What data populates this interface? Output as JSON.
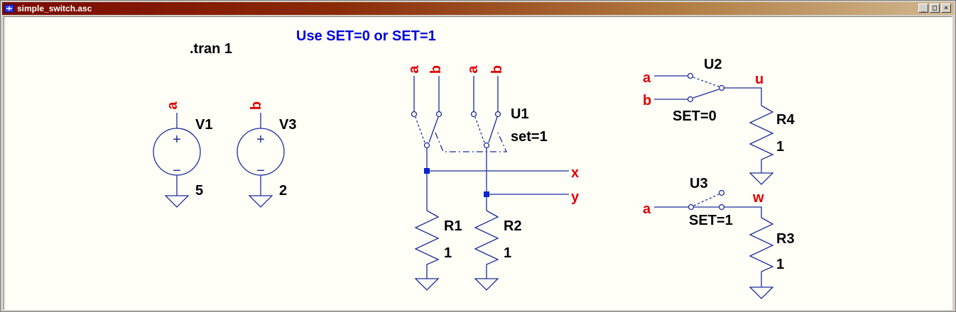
{
  "window": {
    "title": "simple_switch.asc",
    "minimize": "_",
    "maximize": "□",
    "close": "×"
  },
  "schematic": {
    "directives": {
      "tran": ".tran 1",
      "comment": "Use SET=0 or SET=1"
    },
    "v1": {
      "name": "V1",
      "value": "5",
      "net": "a",
      "plus": "+",
      "minus": "−"
    },
    "v3": {
      "name": "V3",
      "value": "2",
      "net": "b",
      "plus": "+",
      "minus": "−"
    },
    "u1": {
      "name": "U1",
      "param": "set=1",
      "inputs": [
        "a",
        "b",
        "a",
        "b"
      ],
      "outputs": [
        "x",
        "y"
      ]
    },
    "r1": {
      "name": "R1",
      "value": "1"
    },
    "r2": {
      "name": "R2",
      "value": "1"
    },
    "u2": {
      "name": "U2",
      "param": "SET=0",
      "in_a": "a",
      "in_b": "b",
      "out": "u"
    },
    "r4": {
      "name": "R4",
      "value": "1"
    },
    "u3": {
      "name": "U3",
      "param": "SET=1",
      "in_a": "a",
      "out": "w"
    },
    "r3": {
      "name": "R3",
      "value": "1"
    }
  }
}
